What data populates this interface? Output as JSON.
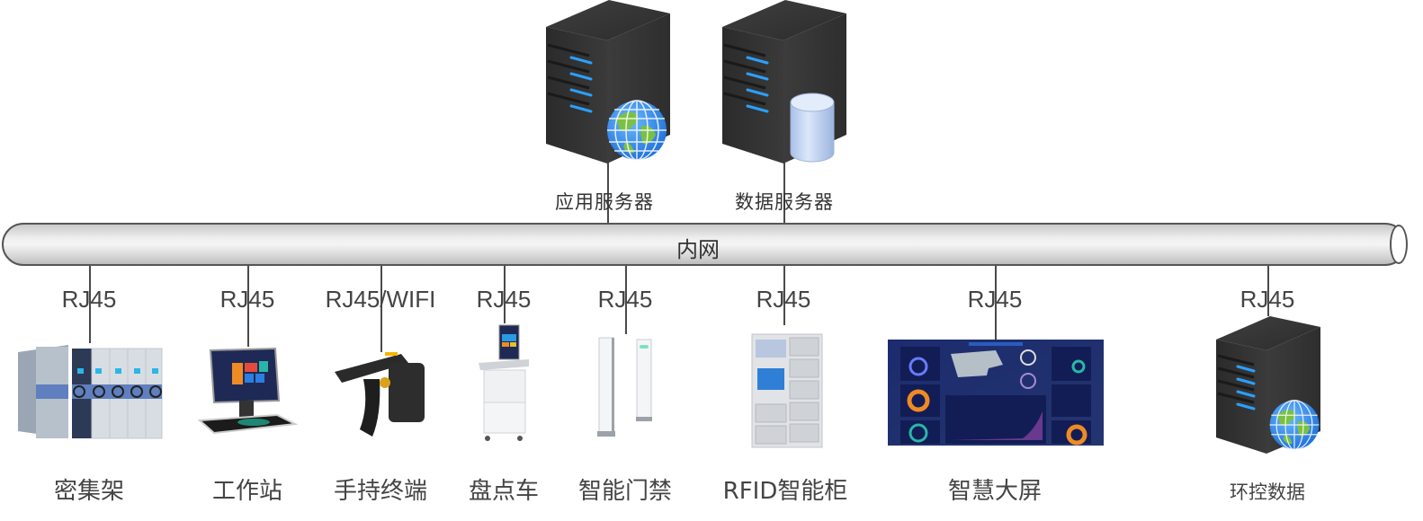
{
  "network": {
    "label": "内网"
  },
  "servers": [
    {
      "label": "应用服务器",
      "icon": "web-server-icon"
    },
    {
      "label": "数据服务器",
      "icon": "database-server-icon"
    }
  ],
  "devices": [
    {
      "label": "密集架",
      "connection": "RJ45",
      "icon": "compact-shelving-icon"
    },
    {
      "label": "工作站",
      "connection": "RJ45",
      "icon": "workstation-icon"
    },
    {
      "label": "手持终端",
      "connection": "RJ45/WIFI",
      "icon": "handheld-rfid-reader-icon"
    },
    {
      "label": "盘点车",
      "connection": "RJ45",
      "icon": "inventory-cart-icon"
    },
    {
      "label": "智能门禁",
      "connection": "RJ45",
      "icon": "access-gate-icon"
    },
    {
      "label": "RFID智能柜",
      "connection": "RJ45",
      "icon": "rfid-cabinet-icon"
    },
    {
      "label": "智慧大屏",
      "connection": "RJ45",
      "icon": "dashboard-screen-icon"
    },
    {
      "label": "环控数据",
      "connection": "RJ45",
      "icon": "environment-server-icon"
    }
  ],
  "colors": {
    "pipe_border": "#555555",
    "line": "#4a4a4a",
    "server_body": "#333333",
    "server_led": "#1e90ff",
    "screen_bg": "#1a2a6c"
  }
}
